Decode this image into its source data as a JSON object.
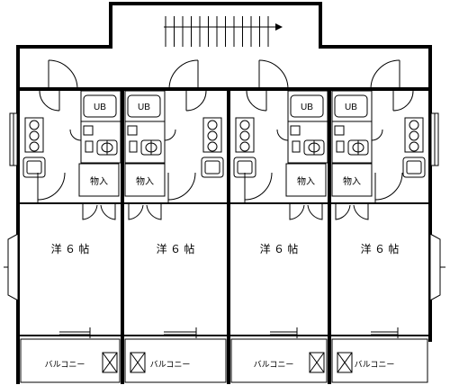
{
  "units": [
    {
      "room_label": "洋 ６ 帖",
      "storage_label": "物入",
      "bath_label": "UB",
      "balcony_label": "バルコニー"
    },
    {
      "room_label": "洋 ６ 帖",
      "storage_label": "物入",
      "bath_label": "UB",
      "balcony_label": "バルコニー"
    },
    {
      "room_label": "洋 ６ 帖",
      "storage_label": "物入",
      "bath_label": "UB",
      "balcony_label": "バルコニー"
    },
    {
      "room_label": "洋 ６ 帖",
      "storage_label": "物入",
      "bath_label": "UB",
      "balcony_label": "バルコニー"
    }
  ],
  "icons": {
    "stairs": "stairs-icon",
    "stove": "stove-burner-icon",
    "sink": "kitchen-sink-icon",
    "toilet": "toilet-icon",
    "washbasin": "washbasin-icon",
    "door_swing": "door-swing-icon",
    "ac_unit": "outdoor-ac-unit-icon"
  }
}
